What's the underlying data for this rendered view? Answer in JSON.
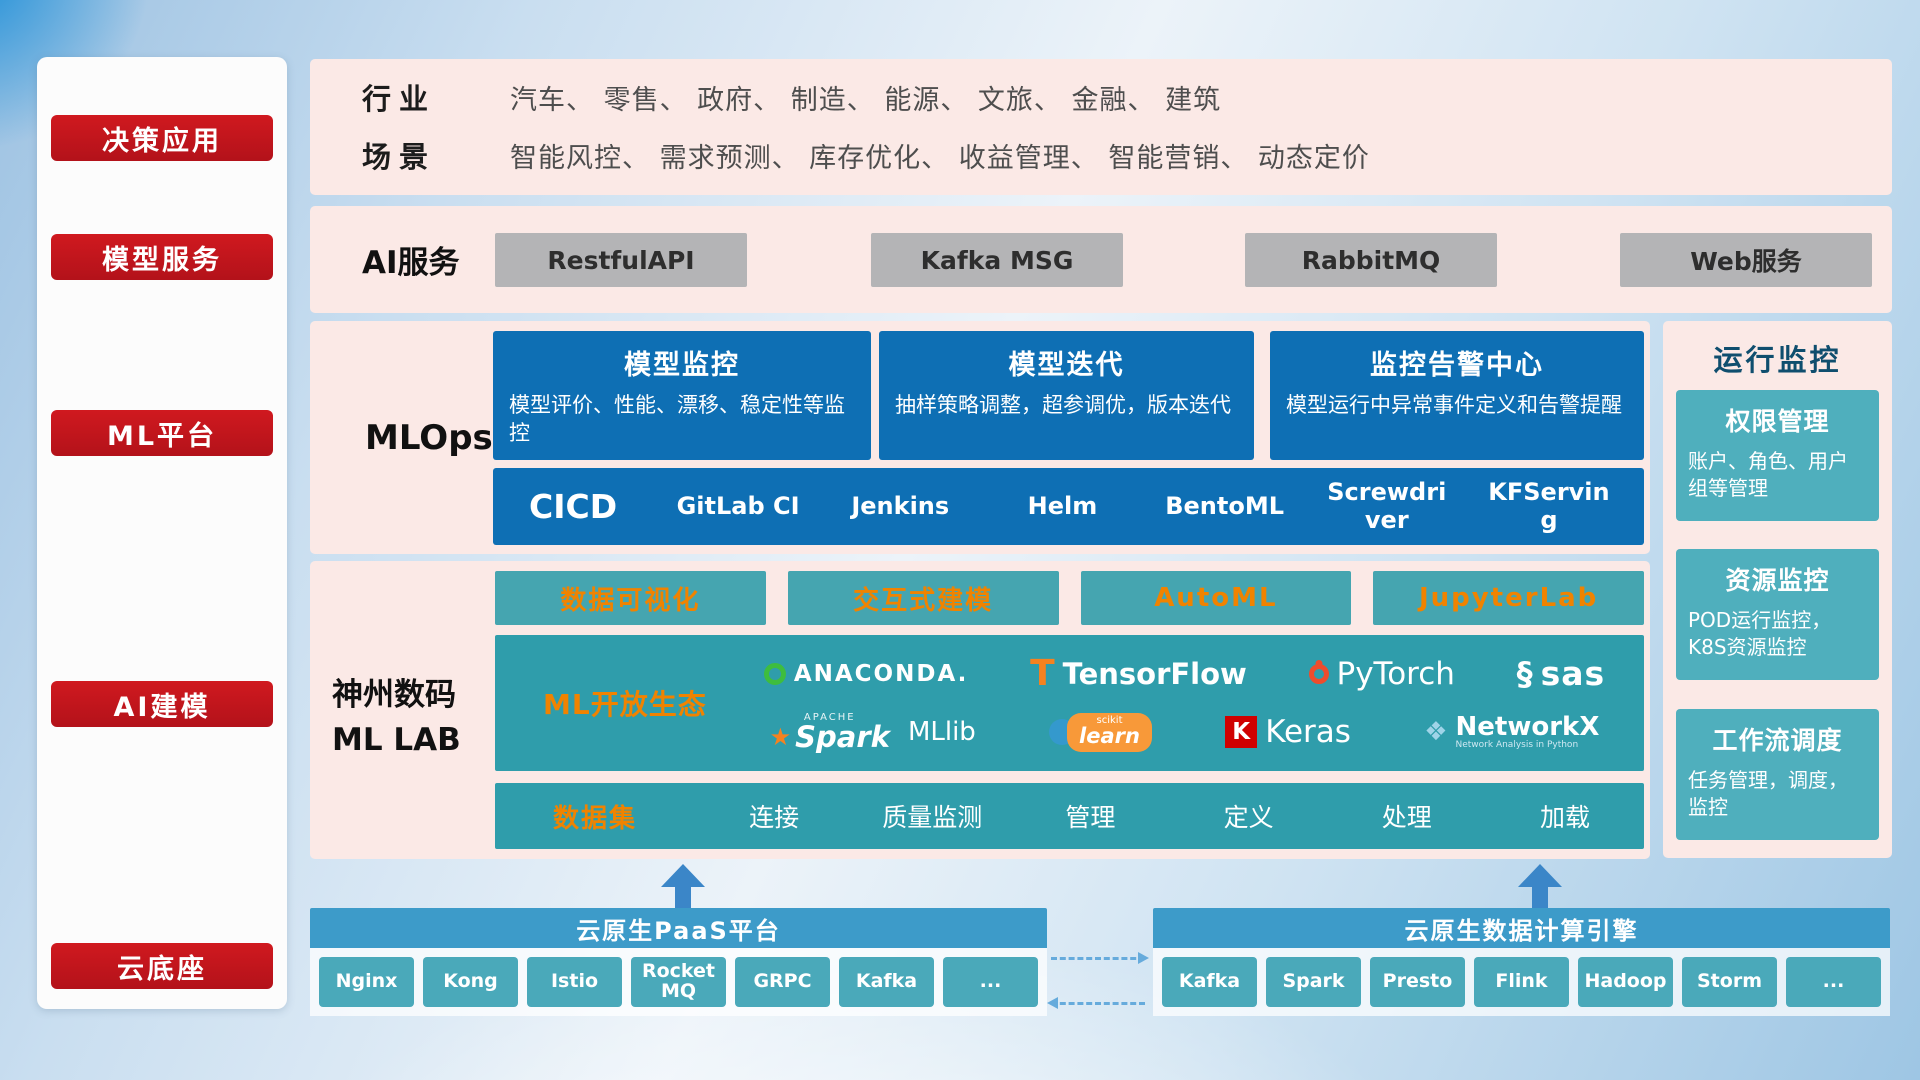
{
  "sidebar": {
    "items": [
      {
        "label": "决策应用"
      },
      {
        "label": "模型服务"
      },
      {
        "label": "ML平台"
      },
      {
        "label": "AI建模"
      },
      {
        "label": "云底座"
      }
    ]
  },
  "industry": {
    "rows": [
      {
        "label": "行业",
        "text": "汽车、 零售、 政府、 制造、 能源、 文旅、 金融、 建筑"
      },
      {
        "label": "场景",
        "text": "智能风控、 需求预测、 库存优化、 收益管理、 智能营销、 动态定价"
      }
    ]
  },
  "ai_service": {
    "label": "AI服务",
    "buttons": [
      {
        "label": "RestfulAPI"
      },
      {
        "label": "Kafka MSG"
      },
      {
        "label": "RabbitMQ"
      },
      {
        "label": "Web服务"
      }
    ]
  },
  "mlops": {
    "label": "MLOps",
    "cards": [
      {
        "title": "模型监控",
        "desc": "模型评价、性能、漂移、稳定性等监控"
      },
      {
        "title": "模型迭代",
        "desc": "抽样策略调整，超参调优，版本迭代"
      },
      {
        "title": "监控告警中心",
        "desc": "模型运行中异常事件定义和告警提醒"
      }
    ],
    "cicd_label": "CICD",
    "cicd_items": [
      {
        "label": "GitLab CI"
      },
      {
        "label": "Jenkins"
      },
      {
        "label": "Helm"
      },
      {
        "label": "BentoML"
      },
      {
        "label": "Screwdriver"
      },
      {
        "label": "KFServing"
      }
    ]
  },
  "mllab": {
    "label_line1": "神州数码",
    "label_line2": "ML LAB",
    "tools": [
      {
        "label": "数据可视化"
      },
      {
        "label": "交互式建模"
      },
      {
        "label": "AutoML"
      },
      {
        "label": "JupyterLab"
      }
    ],
    "ecosystem_label": "ML开放生态",
    "logos": {
      "anaconda": {
        "text": "ANACONDA."
      },
      "tensorflow": {
        "mark": "T",
        "text": "TensorFlow"
      },
      "pytorch": {
        "text": "PyTorch"
      },
      "sas": {
        "mark": "§",
        "text": "sas"
      },
      "spark": {
        "apache": "APACHE",
        "star": "★",
        "text": "Spark",
        "lib": "MLlib"
      },
      "sklearn": {
        "top": "scikit",
        "text": "learn"
      },
      "keras": {
        "mark": "K",
        "text": "Keras"
      },
      "networkx": {
        "mark": "❖",
        "text": "NetworkX",
        "sub": "Network Analysis in Python"
      }
    },
    "dataset_label": "数据集",
    "dataset_items": [
      {
        "label": "连接"
      },
      {
        "label": "质量监测"
      },
      {
        "label": "管理"
      },
      {
        "label": "定义"
      },
      {
        "label": "处理"
      },
      {
        "label": "加载"
      }
    ]
  },
  "monitoring": {
    "title": "运行监控",
    "cards": [
      {
        "title": "权限管理",
        "desc": "账户、角色、用户组等管理"
      },
      {
        "title": "资源监控",
        "desc": "POD运行监控，K8S资源监控"
      },
      {
        "title": "工作流调度",
        "desc": "任务管理，调度，监控"
      }
    ]
  },
  "cloud": {
    "paas": {
      "title": "云原生PaaS平台",
      "items": [
        {
          "label": "Nginx"
        },
        {
          "label": "Kong"
        },
        {
          "label": "Istio"
        },
        {
          "label": "RocketMQ"
        },
        {
          "label": "GRPC"
        },
        {
          "label": "Kafka"
        },
        {
          "label": "..."
        }
      ]
    },
    "engine": {
      "title": "云原生数据计算引擎",
      "items": [
        {
          "label": "Kafka"
        },
        {
          "label": "Spark"
        },
        {
          "label": "Presto"
        },
        {
          "label": "Flink"
        },
        {
          "label": "Hadoop"
        },
        {
          "label": "Storm"
        },
        {
          "label": "..."
        }
      ]
    }
  },
  "colors": {
    "accent_red": "#c4161c",
    "panel_pink": "#fbe9e6",
    "card_blue": "#0e6fb4",
    "teal": "#2f9dab",
    "orange": "#f08300",
    "gray_button": "#b4b4b6",
    "cloud_blue": "#3d9bc9"
  }
}
